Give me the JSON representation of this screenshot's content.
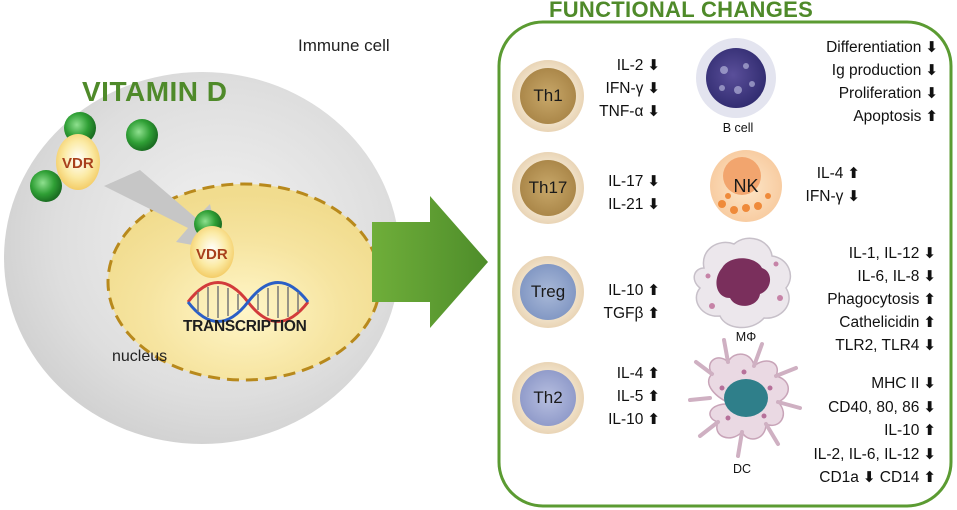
{
  "left_panel": {
    "vitamin_d_label": "VITAMIN D",
    "immune_cell_label": "Immune cell",
    "vdr_label_1": "VDR",
    "vdr_label_2": "VDR",
    "transcription_label": "TRANSCRIPTION",
    "nucleus_label": "nucleus"
  },
  "right_panel": {
    "title": "FUNCTIONAL CHANGES",
    "cells": [
      {
        "label": "Th1",
        "effects": [
          {
            "text": "IL-2",
            "dir": "down"
          },
          {
            "text": "IFN-γ",
            "dir": "down"
          },
          {
            "text": "TNF-α",
            "dir": "down"
          }
        ]
      },
      {
        "label": "Th17",
        "effects": [
          {
            "text": "IL-17",
            "dir": "down"
          },
          {
            "text": "IL-21",
            "dir": "down"
          }
        ]
      },
      {
        "label": "Treg",
        "effects": [
          {
            "text": "IL-10",
            "dir": "up"
          },
          {
            "text": "TGFβ",
            "dir": "up"
          }
        ]
      },
      {
        "label": "Th2",
        "effects": [
          {
            "text": "IL-4",
            "dir": "up"
          },
          {
            "text": "IL-5",
            "dir": "up"
          },
          {
            "text": "IL-10",
            "dir": "up"
          }
        ]
      },
      {
        "label": "B cell",
        "effects": [
          {
            "text": "Differentiation",
            "dir": "down"
          },
          {
            "text": "Ig production",
            "dir": "down"
          },
          {
            "text": "Proliferation",
            "dir": "down"
          },
          {
            "text": "Apoptosis",
            "dir": "up"
          }
        ]
      },
      {
        "label": "NK",
        "effects": [
          {
            "text": "IL-4",
            "dir": "up"
          },
          {
            "text": "IFN-γ",
            "dir": "down"
          }
        ]
      },
      {
        "label": "MΦ",
        "effects": [
          {
            "text": "IL-1, IL-12",
            "dir": "down"
          },
          {
            "text": "IL-6, IL-8",
            "dir": "down"
          },
          {
            "text": "Phagocytosis",
            "dir": "up"
          },
          {
            "text": "Cathelicidin",
            "dir": "up"
          },
          {
            "text": "TLR2, TLR4",
            "dir": "down"
          }
        ]
      },
      {
        "label": "DC",
        "effects": [
          {
            "text": "MHC II",
            "dir": "down"
          },
          {
            "text": "CD40, 80, 86",
            "dir": "down"
          },
          {
            "text": "IL-10",
            "dir": "up"
          },
          {
            "text": "IL-2, IL-6, IL-12",
            "dir": "down"
          },
          {
            "text": "CD1a",
            "dir": "down"
          },
          {
            "text": "CD14",
            "dir": "up"
          }
        ]
      }
    ]
  },
  "colors": {
    "accent_green": "#4f8a2a",
    "vdr_text": "#a8401c",
    "ligand_green": "#2e9b2e",
    "cell_gray": "#d9d9d9",
    "nucleus_yellow": "#f7e7a1",
    "arrow_green": "#5b9b32"
  }
}
